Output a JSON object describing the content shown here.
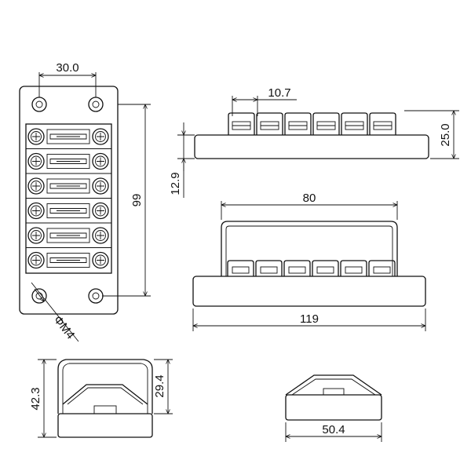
{
  "diagram": {
    "dimensions": {
      "top_hole_spacing": "30.0",
      "fuse_pitch": "10.7",
      "height_total": "25.0",
      "height_base": "12.9",
      "overall_height": "99",
      "cover_length": "80",
      "overall_length": "119",
      "hole_diameter": "ΦM4",
      "end_height_total": "42.3",
      "end_height_cover": "29.4",
      "width": "50.4"
    },
    "views": [
      "top-view",
      "side-view-upper",
      "side-view-lower",
      "end-view-left",
      "end-view-right"
    ],
    "fuse_positions": 6
  }
}
